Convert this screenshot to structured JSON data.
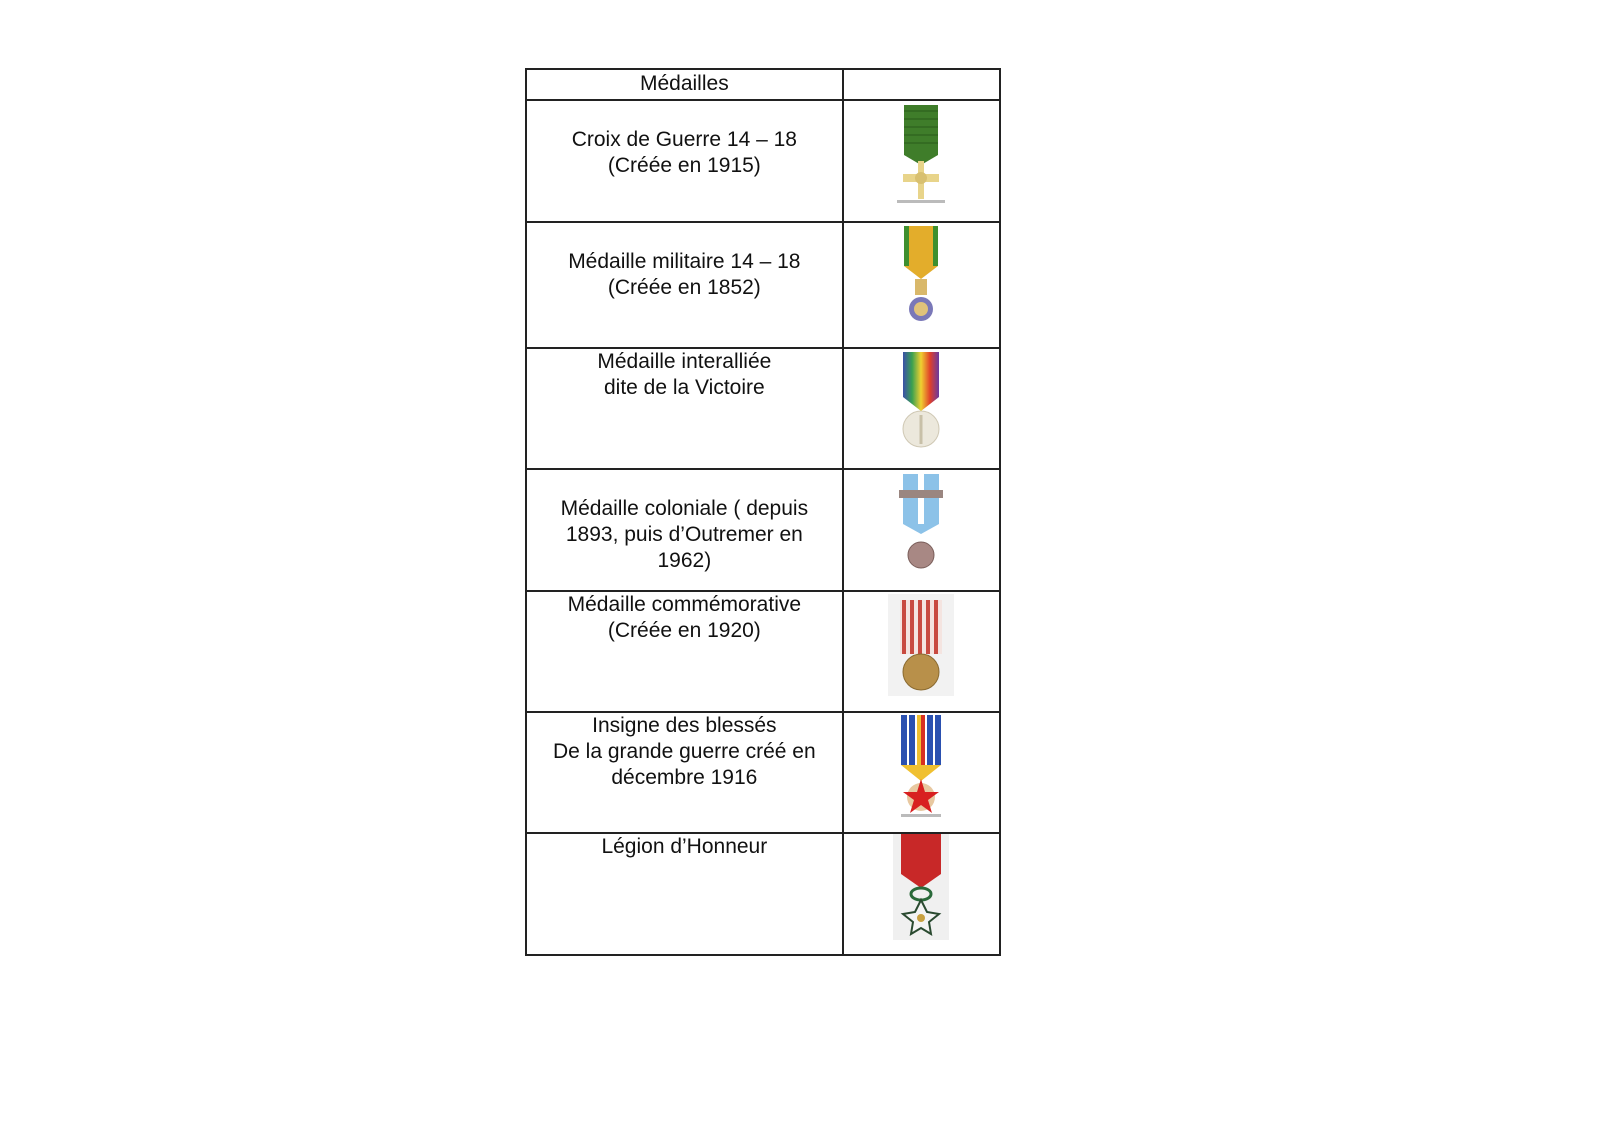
{
  "table": {
    "header": {
      "name": "Médailles",
      "image": ""
    },
    "rows": [
      {
        "name": "Croix de Guerre 14 – 18\n(Créée en 1915)",
        "icon": "croix-de-guerre-medal"
      },
      {
        "name": "Médaille militaire 14 – 18\n(Créée en 1852)",
        "icon": "medaille-militaire-medal"
      },
      {
        "name": "Médaille interalliée\ndite de la Victoire",
        "icon": "victoire-medal"
      },
      {
        "name": "Médaille coloniale ( depuis\n1893, puis d’Outremer en\n1962)",
        "icon": "coloniale-medal"
      },
      {
        "name": "Médaille commémorative\n(Créée en 1920)",
        "icon": "commemorative-medal"
      },
      {
        "name": "Insigne des blessés\nDe la grande guerre créé en\ndécembre 1916",
        "icon": "blesses-insigne"
      },
      {
        "name": "Légion d’Honneur",
        "icon": "legion-honneur-medal"
      }
    ]
  }
}
